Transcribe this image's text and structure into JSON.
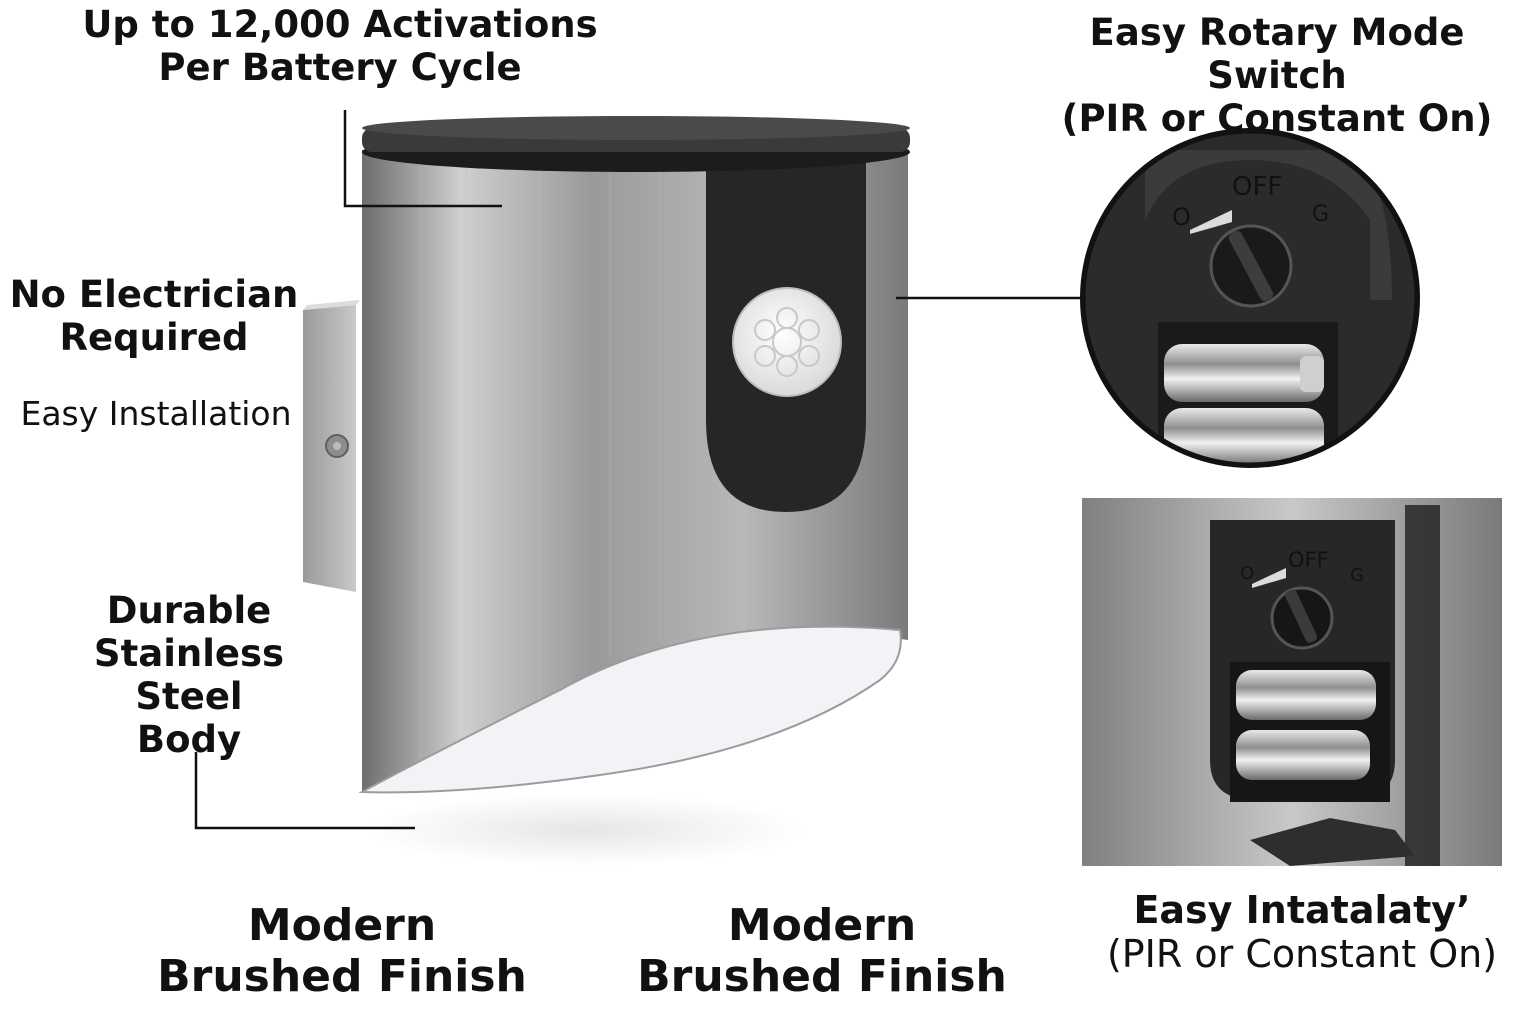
{
  "callouts": {
    "activations": {
      "line1": "Up to 12,000 Activations",
      "line2": "Per Battery Cycle"
    },
    "rotary_switch": {
      "line1": "Easy Rotary Mode Switch",
      "line2": "(PIR or Constant On)"
    },
    "no_electrician": {
      "line1": "No Electrician",
      "line2": "Required"
    },
    "easy_installation": "Easy Installation",
    "durable_body": {
      "line1": "Durable",
      "line2": "Stainless Steel",
      "line3": "Body"
    },
    "finish_left": {
      "line1": "Modern",
      "line2": "Brushed Finish"
    },
    "finish_center": {
      "line1": "Modern",
      "line2": "Brushed Finish"
    },
    "installation_bottom": {
      "line1": "Easy Intatalaty’",
      "line2": "(PIR or Constant On)"
    }
  },
  "switch_markings": {
    "off": "OFF",
    "left": "O",
    "right": "G"
  },
  "colors": {
    "steel_light": "#d6d6d6",
    "steel_dark": "#6c6c6c",
    "housing_black": "#262626",
    "text": "#111111"
  },
  "icons": [
    "pir-motion-sensor-icon",
    "rotary-switch-knob-icon",
    "battery-icon"
  ]
}
